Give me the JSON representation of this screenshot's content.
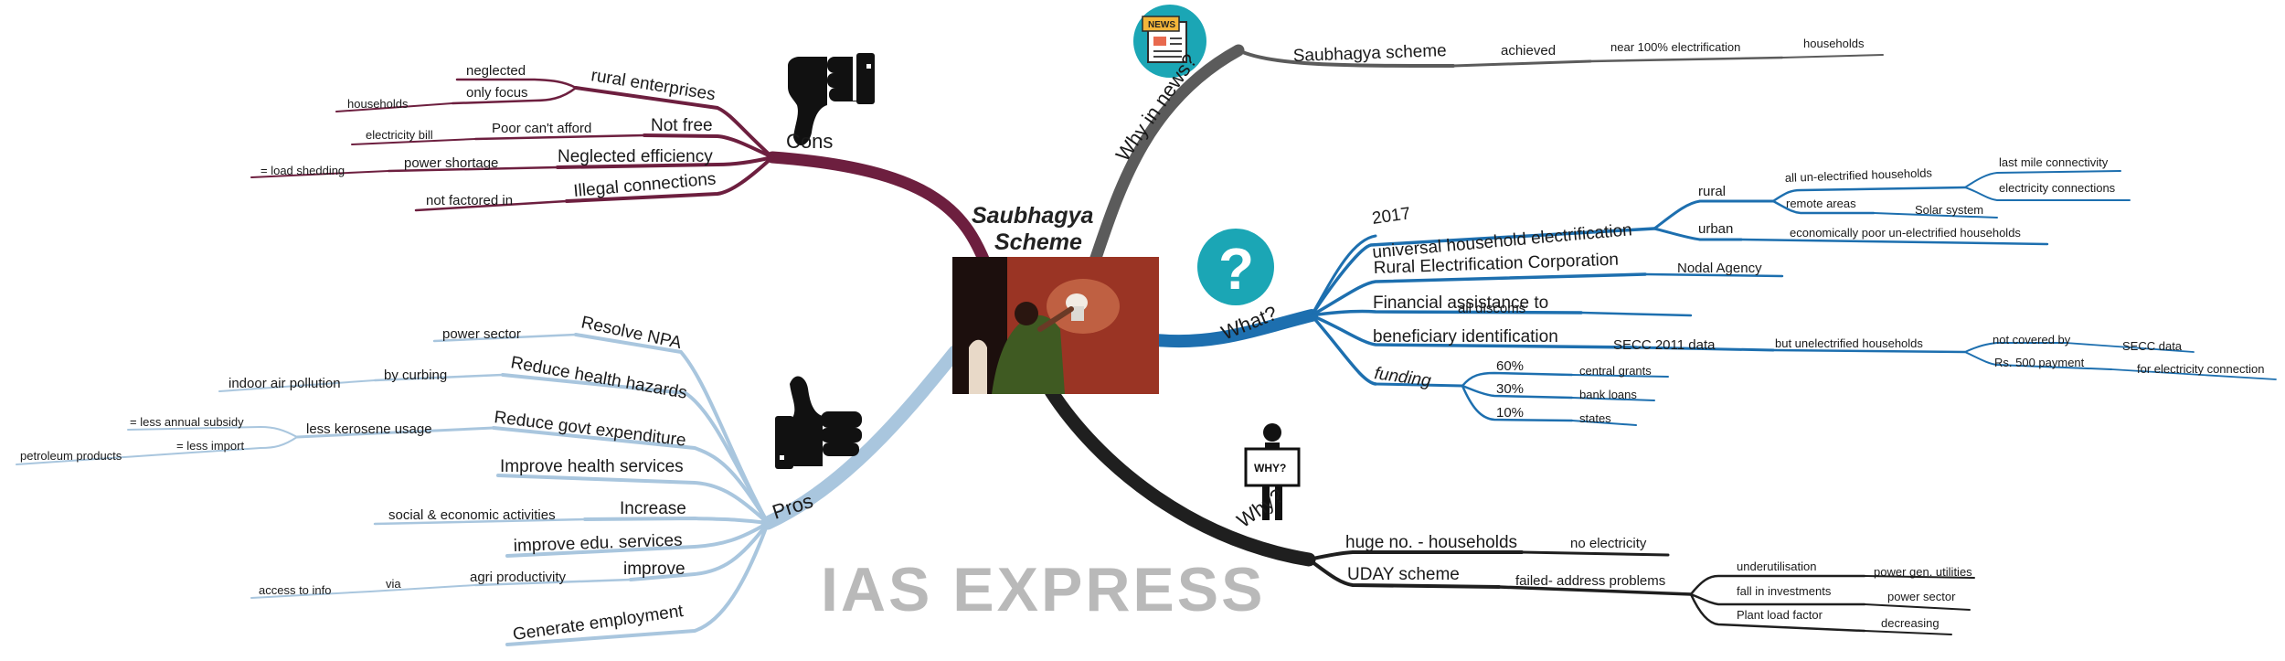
{
  "title": {
    "line1": "Saubhagya",
    "line2": "Scheme"
  },
  "watermark": "IAS EXPRESS",
  "colors": {
    "cons": "#6d1f3f",
    "pros": "#a9c6de",
    "news": "#5b5b5b",
    "what": "#1d6faf",
    "why": "#1f1f1f",
    "icon_teal": "#1ba6b5"
  },
  "icons": {
    "cons": "thumbs-down-icon",
    "pros": "thumbs-up-icon",
    "news": "newspaper-icon",
    "what": "question-mark-icon",
    "why": "person-holding-sign-icon"
  },
  "central_image": "woman-at-electricity-meter-photo",
  "news_icon_text": "NEWS",
  "why_sign_text": "WHY?",
  "branches": {
    "news": {
      "label": "Why in news?",
      "scheme": "Saubhagya scheme",
      "achieved": "achieved",
      "near": "near 100% electrification",
      "households": "households"
    },
    "what": {
      "label": "What?",
      "y2017": "2017",
      "universal": "universal household electrification",
      "rural": "rural",
      "all_unelectrified": "all un-electrified households",
      "last_mile": "last mile connectivity",
      "electricity_connections": "electricity connections",
      "remote_areas": "remote areas",
      "solar": "Solar system",
      "urban": "urban",
      "economically_poor": "economically poor un-electrified households",
      "rec": "Rural Electrification Corporation",
      "nodal": "Nodal Agency",
      "fin_assist": "Financial assistance to",
      "all_discoms": "all discoms",
      "beneficiary": "beneficiary identification",
      "secc2011": "SECC 2011 data",
      "but_unelectrified": "but unelectrified households",
      "not_covered": "not covered by",
      "secc_data": "SECC data",
      "rs500": "Rs. 500 payment",
      "for_connection": "for electricity connection",
      "funding": "funding",
      "p60": "60%",
      "central_grants": "central grants",
      "p30": "30%",
      "bank_loans": "bank loans",
      "p10": "10%",
      "states": "states"
    },
    "why": {
      "label": "Why?",
      "huge_no": "huge no. - households",
      "no_electricity": "no electricity",
      "uday": "UDAY scheme",
      "failed": "failed- address problems",
      "underutilisation": "underutilisation",
      "power_gen": "power gen. utilities",
      "fall_investments": "fall in investments",
      "power_sector": "power sector",
      "plant_load": "Plant load factor",
      "decreasing": "decreasing"
    },
    "cons": {
      "label": "Cons",
      "rural_enterprises": "rural enterprises",
      "neglected": "neglected",
      "only_focus": "only focus",
      "households": "households",
      "not_free": "Not free",
      "cant_afford": "Poor can't afford",
      "electricity_bill": "electricity bill",
      "neglected_efficiency": "Neglected efficiency",
      "power_shortage": "power shortage",
      "load_shedding": "= load shedding",
      "illegal": "Illegal connections",
      "not_factored": "not factored in"
    },
    "pros": {
      "label": "Pros",
      "resolve_npa": "Resolve NPA",
      "power_sector": "power sector",
      "reduce_health": "Reduce health hazards",
      "by_curbing": "by curbing",
      "indoor_air": "indoor air pollution",
      "reduce_govt": "Reduce govt expenditure",
      "less_kerosene": "less kerosene usage",
      "less_subsidy": "= less annual subsidy",
      "less_import": "= less import",
      "petroleum": "petroleum products",
      "improve_health": "Improve health services",
      "increase": "Increase",
      "social_economic": "social & economic activities",
      "improve_edu": "improve edu. services",
      "improve": "improve",
      "agri": "agri productivity",
      "via": "via",
      "access_info": "access to info",
      "generate_employment": "Generate employment"
    }
  }
}
